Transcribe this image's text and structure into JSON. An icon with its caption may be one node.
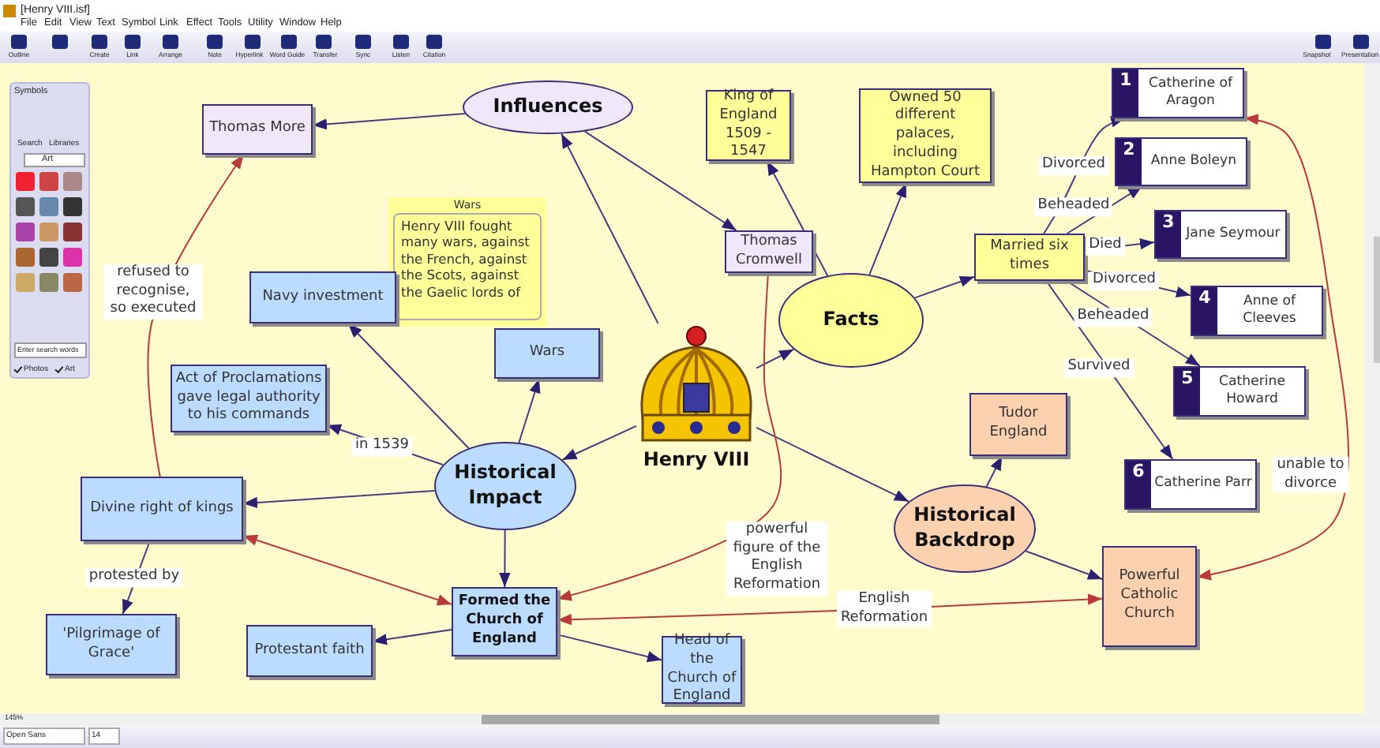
{
  "diagram": {
    "nodes": [
      {
        "text": [
          "Influences"
        ]
      },
      {
        "text": [
          "Thomas More"
        ]
      },
      {
        "text": [
          "King of England 1509 - 1547"
        ]
      },
      {
        "text": [
          "Owned 50 different palaces, including Hampton Court"
        ]
      },
      {
        "text": [
          "Wars",
          "Henry VIII fought many wars, against the French, against the Scots, against the Gaelic lords of"
        ]
      },
      {
        "text": [
          "Thomas Cromwell"
        ]
      },
      {
        "text": [
          "Navy investment"
        ]
      },
      {
        "text": [
          "Wars"
        ]
      },
      {
        "text": [
          "Facts"
        ]
      },
      {
        "text": [
          "Married six times"
        ]
      },
      {
        "text": [
          "1",
          "Catherine of Aragon"
        ]
      },
      {
        "text": [
          "2",
          "Anne Boleyn"
        ]
      },
      {
        "text": [
          "3",
          "Jane Seymour"
        ]
      },
      {
        "text": [
          "4",
          "Anne of Cleeves"
        ]
      },
      {
        "text": [
          "5",
          "Catherine Howard"
        ]
      },
      {
        "text": [
          "6",
          "Catherine Parr"
        ]
      },
      {
        "text": [
          "Act of Proclamations gave legal authority to his commands"
        ]
      },
      {
        "text": [
          "Henry VIII"
        ]
      },
      {
        "text": [
          "Historical Impact"
        ]
      },
      {
        "text": [
          "Divine right of kings"
        ]
      },
      {
        "text": [
          "Tudor England"
        ]
      },
      {
        "text": [
          "Historical Backdrop"
        ]
      },
      {
        "text": [
          "'Pilgrimage of Grace'"
        ]
      },
      {
        "text": [
          "Formed the Church of England"
        ]
      },
      {
        "text": [
          "Powerful Catholic Church"
        ]
      },
      {
        "text": [
          "Protestant faith"
        ]
      },
      {
        "text": [
          "Head of the Church of England"
        ]
      }
    ],
    "edges": [
      {
        "from": 17,
        "to": 0,
        "arrow": "to"
      },
      {
        "from": 0,
        "to": 1,
        "arrow": "to"
      },
      {
        "from": 0,
        "to": 5,
        "arrow": "to"
      },
      {
        "from": 17,
        "to": 8,
        "arrow": "to"
      },
      {
        "from": 8,
        "to": 2,
        "arrow": "to"
      },
      {
        "from": 8,
        "to": 3,
        "arrow": "to"
      },
      {
        "from": 8,
        "to": 9,
        "arrow": "to"
      },
      {
        "from": 9,
        "to": 10,
        "arrow": "to",
        "label": "Divorced"
      },
      {
        "from": 9,
        "to": 11,
        "arrow": "to",
        "label": "Beheaded"
      },
      {
        "from": 9,
        "to": 12,
        "arrow": "to",
        "label": "Died"
      },
      {
        "from": 9,
        "to": 13,
        "arrow": "to",
        "label": "Divorced"
      },
      {
        "from": 9,
        "to": 14,
        "arrow": "to",
        "label": "Beheaded"
      },
      {
        "from": 9,
        "to": 15,
        "arrow": "to",
        "label": "Survived"
      },
      {
        "from": 17,
        "to": 18,
        "arrow": "to"
      },
      {
        "from": 18,
        "to": 6,
        "arrow": "to"
      },
      {
        "from": 18,
        "to": 7,
        "arrow": "to"
      },
      {
        "from": 18,
        "to": 16,
        "arrow": "to",
        "label": "in 1539"
      },
      {
        "from": 18,
        "to": 19,
        "arrow": "to"
      },
      {
        "from": 18,
        "to": 23,
        "arrow": "to"
      },
      {
        "from": 17,
        "to": 21,
        "arrow": "to"
      },
      {
        "from": 21,
        "to": 20,
        "arrow": "to"
      },
      {
        "from": 21,
        "to": 24,
        "arrow": "to"
      },
      {
        "from": 23,
        "to": 25,
        "arrow": "to"
      },
      {
        "from": 23,
        "to": 26,
        "arrow": "to"
      },
      {
        "from": 19,
        "to": 22,
        "arrow": "to",
        "label": "protested by"
      },
      {
        "from": 19,
        "to": 1,
        "arrow": "to",
        "label": "refused to recognise, so executed",
        "color": "#b83a3a"
      },
      {
        "from": 19,
        "to": 23,
        "arrow": "both",
        "color": "#b83a3a"
      },
      {
        "from": 5,
        "to": 23,
        "arrow": "to",
        "label": "powerful figure of the English Reformation",
        "color": "#b83a3a"
      },
      {
        "from": 24,
        "to": 23,
        "arrow": "both",
        "label": "English Reformation",
        "color": "#b83a3a"
      },
      {
        "from": 24,
        "to": 10,
        "arrow": "both",
        "label": "unable to divorce",
        "color": "#b83a3a"
      }
    ],
    "labels": [
      "[Henry VIII.isf]",
      "File",
      "Edit",
      "View",
      "Text",
      "Symbol",
      "Link",
      "Effect",
      "Tools",
      "Utility",
      "Window",
      "Help",
      "Outline",
      "Create",
      "Link",
      "Arrange",
      "Note",
      "Hyperlink",
      "Word Guide",
      "Transfer",
      "Sync",
      "Listen",
      "Citation",
      "Snapshot",
      "Presentation",
      "Symbols",
      "Search",
      "Libraries",
      "Art",
      "Enter search words",
      "Photos",
      "Art",
      "145%",
      "Open Sans",
      "14"
    ]
  }
}
